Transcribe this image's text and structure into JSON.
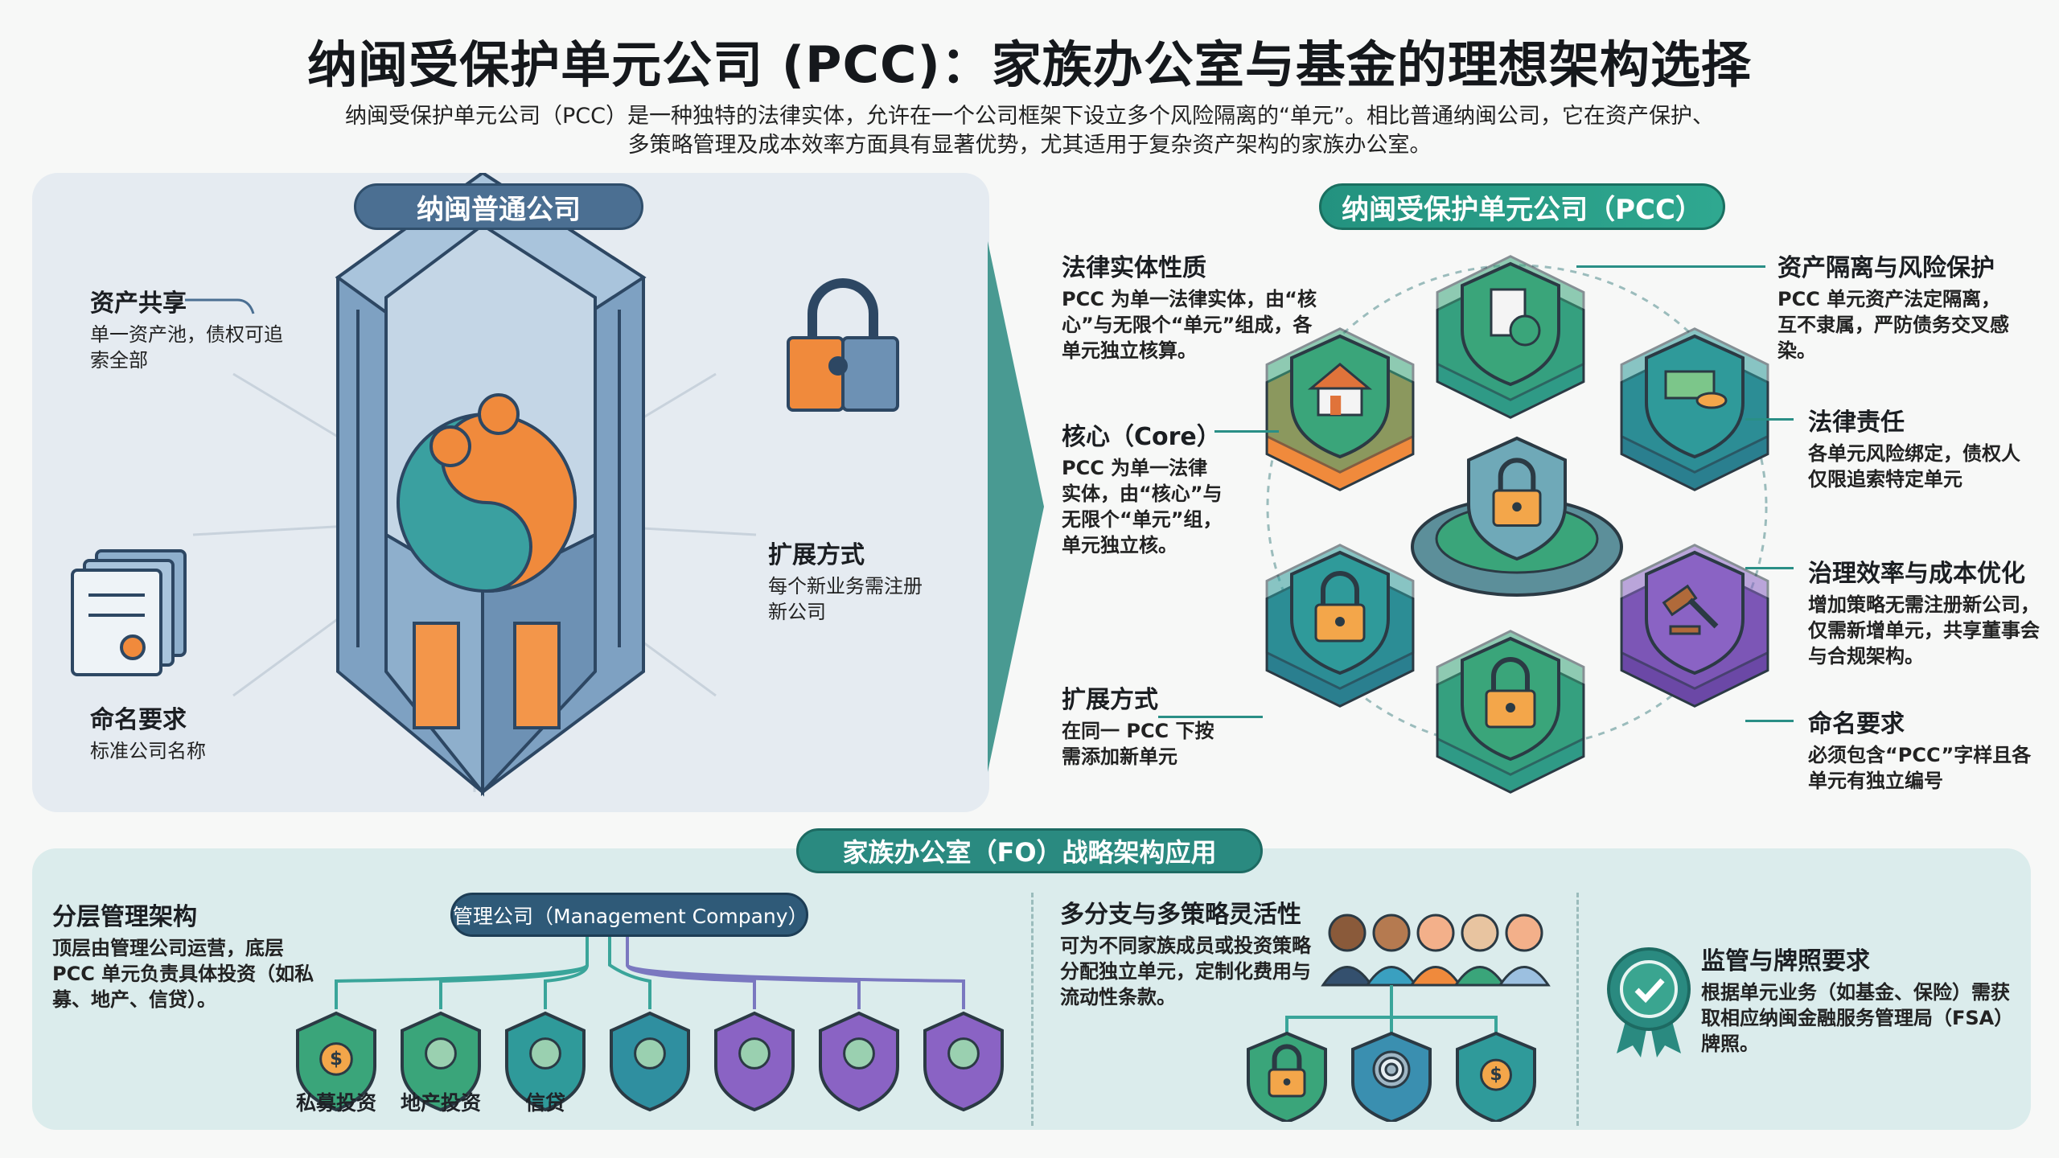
{
  "header": {
    "title": "纳闽受保护单元公司 (PCC)：家族办公室与基金的理想架构选择",
    "subtitle_line1": "纳闽受保护单元公司（PCC）是一种独特的法律实体，允许在一个公司框架下设立多个风险隔离的“单元”。相比普通纳闽公司，它在资产保护、",
    "subtitle_line2": "多策略管理及成本效率方面具有显著优势，尤其适用于复杂资产架构的家族办公室。"
  },
  "left_panel": {
    "title": "纳闽普通公司",
    "asset_sharing": {
      "title": "资产共享",
      "body": "单一资产池，债权可追索全部"
    },
    "expansion": {
      "title": "扩展方式",
      "body": "每个新业务需注册新公司"
    },
    "naming": {
      "title": "命名要求",
      "body": "标准公司名称"
    },
    "icons": [
      "office-building-icon",
      "broken-padlock-icon",
      "certificate-icon",
      "money-bag-icon"
    ]
  },
  "right_panel": {
    "title": "纳闽受保护单元公司（PCC）",
    "legal_entity": {
      "title": "法律实体性质",
      "body": "PCC 为单一法律实体，由“核心”与无限个“单元”组成，各单元独立核算。"
    },
    "core": {
      "title": "核心（Core）",
      "body": "PCC 为单一法律实体，由“核心”与无限个“单元”组，单元独立核。"
    },
    "expansion": {
      "title": "扩展方式",
      "body": "在同一 PCC 下按需添加新单元"
    },
    "asset_isolation": {
      "title": "资产隔离与风险保护",
      "body": "PCC 单元资产法定隔离，互不隶属，严防债务交叉感染。"
    },
    "liability": {
      "title": "法律责任",
      "body": "各单元风险绑定，债权人仅限追索特定单元"
    },
    "governance": {
      "title": "治理效率与成本优化",
      "body": "增加策略无需注册新公司，仅需新增单元，共享董事会与合规架构。"
    },
    "naming": {
      "title": "命名要求",
      "body": "必须包含“PCC”字样且各单元有独立编号"
    },
    "cells": [
      "house-icon",
      "document-dollar-icon",
      "cash-coins-icon",
      "padlock-icon",
      "padlock-icon",
      "gavel-icon",
      "padlock-icon"
    ]
  },
  "bottom_panel": {
    "title": "家族办公室（FO）战略架构应用",
    "layered": {
      "title": "分层管理架构",
      "body": "顶层由管理公司运营，底层 PCC 单元负责具体投资（如私募、地产、信贷）。",
      "mgmt": "管理公司（Management Company）",
      "units": [
        "私募投资",
        "地产投资",
        "信贷"
      ]
    },
    "branches": {
      "title": "多分支与多策略灵活性",
      "body": "可为不同家族成员或投资策略分配独立单元，定制化费用与流动性条款。"
    },
    "regulation": {
      "title": "监管与牌照要求",
      "body": "根据单元业务（如基金、保险）需获取相应纳闽金融服务管理局（FSA）牌照。"
    }
  },
  "colors": {
    "slate": "#4b6f92",
    "teal": "#2a8a80",
    "green": "#3aa57a",
    "purple": "#8a63c4",
    "orange": "#f08a3c"
  }
}
